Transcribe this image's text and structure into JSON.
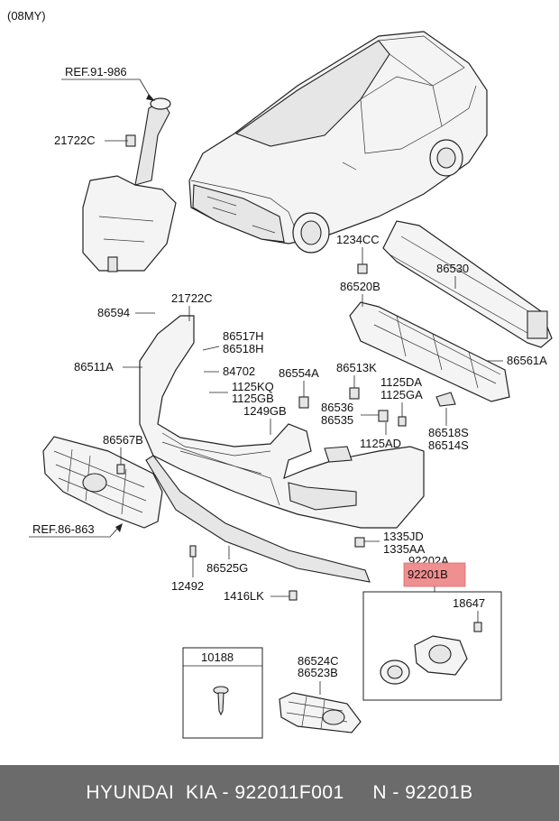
{
  "model_year": "(08MY)",
  "references": {
    "ref_top": "REF.91-986",
    "ref_left": "REF.86-863"
  },
  "labels": {
    "p21722C_a": "21722C",
    "p86594": "86594",
    "p21722C_b": "21722C",
    "p86517H": "86517H",
    "p86518H": "86518H",
    "p86511A": "86511A",
    "p84702": "84702",
    "p1125KQ": "1125KQ",
    "p1125GB": "1125GB",
    "p86554A": "86554A",
    "p1249GB": "1249GB",
    "p86567B": "86567B",
    "p1234CC": "1234CC",
    "p86530": "86530",
    "p86520B": "86520B",
    "p86561A": "86561A",
    "p86513K": "86513K",
    "p1125DA": "1125DA",
    "p1125GA": "1125GA",
    "p86536": "86536",
    "p86535": "86535",
    "p86518S": "86518S",
    "p86514S": "86514S",
    "p1125AD": "1125AD",
    "p1335JD": "1335JD",
    "p1335AA": "1335AA",
    "p92202A": "92202A",
    "p92201B": "92201B",
    "p86525G": "86525G",
    "p12492": "12492",
    "p1416LK": "1416LK",
    "p18647": "18647",
    "p10188": "10188",
    "p86524C": "86524C",
    "p86523B": "86523B"
  },
  "highlight_color": "#f08f8f",
  "footer": {
    "brand": "HYUNDAI  KIA - 922011F001     N - 92201B"
  }
}
